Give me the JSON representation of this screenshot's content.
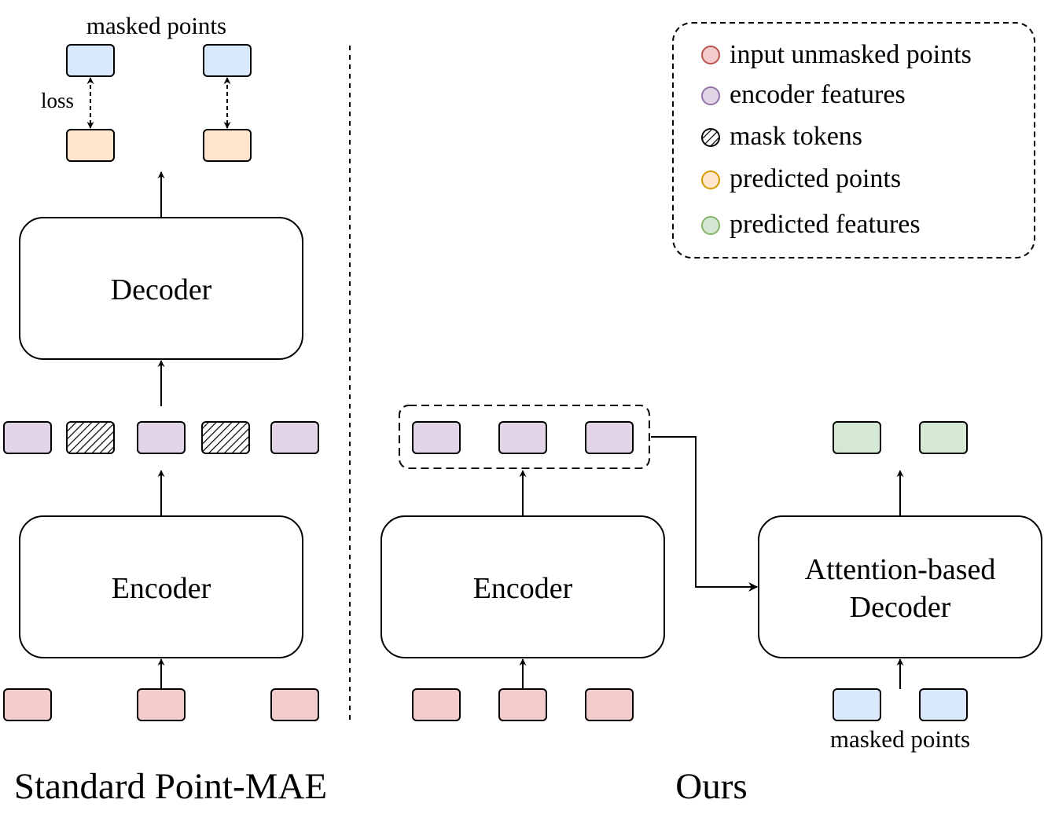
{
  "colors": {
    "input_unmasked": "#f4cccc",
    "encoder_features": "#e1d5e7",
    "predicted_points": "#ffe6cc",
    "predicted_features": "#d5e8d4",
    "masked_points": "#dae8fc",
    "input_unmasked_stroke": "#b85450",
    "encoder_features_stroke": "#9673a6",
    "predicted_points_stroke": "#d79b00",
    "predicted_features_stroke": "#82b366"
  },
  "left": {
    "caption": "Standard Point-MAE",
    "masked_points_label": "masked points",
    "loss_label": "loss",
    "decoder_label": "Decoder",
    "encoder_label": "Encoder"
  },
  "right": {
    "caption": "Ours",
    "encoder_label": "Encoder",
    "decoder_label_line1": "Attention-based",
    "decoder_label_line2": "Decoder",
    "masked_points_label": "masked points"
  },
  "legend": {
    "items": [
      {
        "label": "input unmasked points",
        "icon": "circle-red-icon"
      },
      {
        "label": "encoder features",
        "icon": "circle-purple-icon"
      },
      {
        "label": "mask tokens",
        "icon": "hatched-circle-icon"
      },
      {
        "label": "predicted points",
        "icon": "circle-orange-icon"
      },
      {
        "label": "predicted features",
        "icon": "circle-green-icon"
      }
    ]
  }
}
